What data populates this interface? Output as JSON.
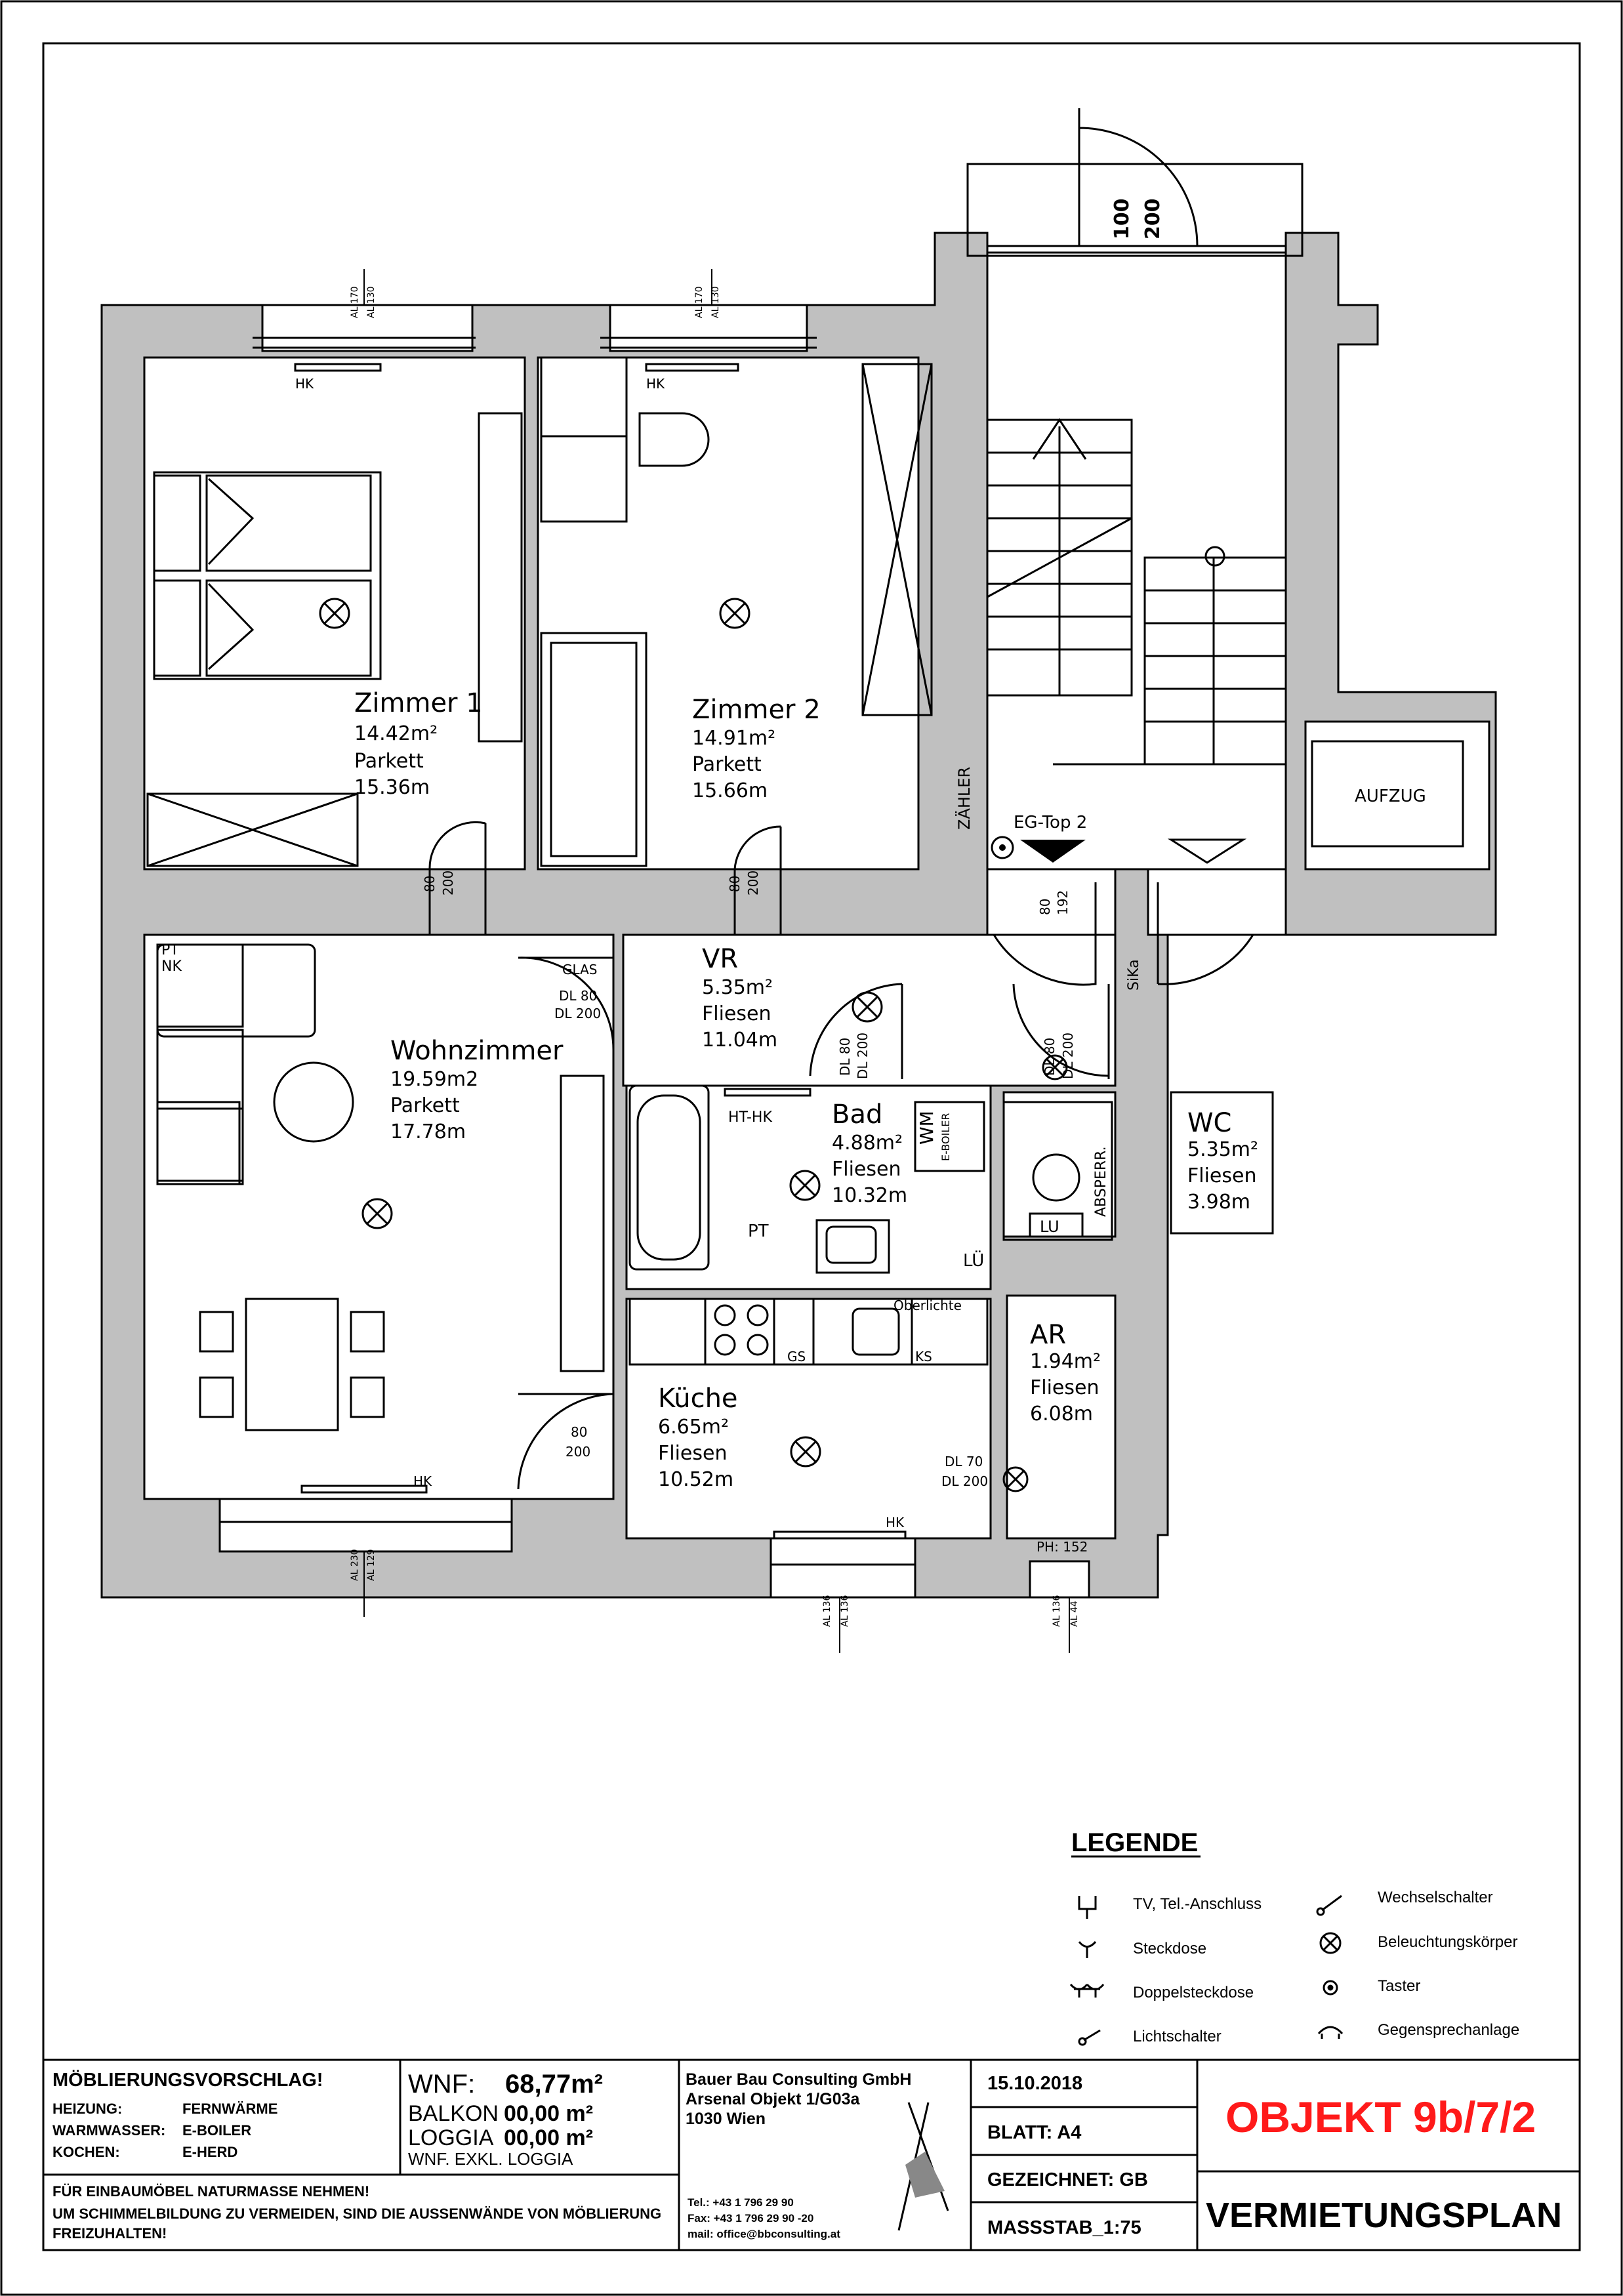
{
  "rooms": [
    {
      "id": "zimmer1",
      "name": "Zimmer 1",
      "area": "14.42m²",
      "floor": "Parkett",
      "perimeter": "15.36m"
    },
    {
      "id": "zimmer2",
      "name": "Zimmer 2",
      "area": "14.91m²",
      "floor": "Parkett",
      "perimeter": "15.66m"
    },
    {
      "id": "wohnzimmer",
      "name": "Wohnzimmer",
      "area": "19.59m2",
      "floor": "Parkett",
      "perimeter": "17.78m"
    },
    {
      "id": "vr",
      "name": "VR",
      "area": "5.35m²",
      "floor": "Fliesen",
      "perimeter": "11.04m"
    },
    {
      "id": "bad",
      "name": "Bad",
      "area": "4.88m²",
      "floor": "Fliesen",
      "perimeter": "10.32m"
    },
    {
      "id": "wc",
      "name": "WC",
      "area": "5.35m²",
      "floor": "Fliesen",
      "perimeter": "3.98m"
    },
    {
      "id": "kueche",
      "name": "Küche",
      "area": "6.65m²",
      "floor": "Fliesen",
      "perimeter": "10.52m"
    },
    {
      "id": "ar",
      "name": "AR",
      "area": "1.94m²",
      "floor": "Fliesen",
      "perimeter": "6.08m"
    }
  ],
  "labels": {
    "hk": "HK",
    "ht_hk": "HT-HK",
    "glas": "GLAS",
    "dl80": "DL 80",
    "dl200": "DL 200",
    "dl70": "DL 70",
    "d80": "80",
    "d200": "200",
    "d192": "192",
    "d100": "100",
    "aufzug": "AUFZUG",
    "zaehler": "ZÄHLER",
    "eg_top": "EG-Top 2",
    "sika": "SiKa",
    "pt": "PT",
    "nk": "NK",
    "lu": "LÜ",
    "wm": "WM",
    "eboiler": "E-BOILER",
    "absperr": "ABSPERR.",
    "lu2": "LU",
    "gs": "GS",
    "ks": "KS",
    "oberlichte": "Oberlichte",
    "ph": "PH: 152",
    "al170": "AL 170",
    "al130": "AL 130",
    "al230": "AL 230",
    "al129": "AL 129",
    "al136": "AL 136",
    "al44": "AL 44"
  },
  "legend": {
    "title": "LEGENDE",
    "items": [
      {
        "icon": "tv-socket-icon",
        "label": "TV, Tel.-Anschluss"
      },
      {
        "icon": "socket-icon",
        "label": "Steckdose"
      },
      {
        "icon": "double-socket-icon",
        "label": "Doppelsteckdose"
      },
      {
        "icon": "light-switch-icon",
        "label": "Lichtschalter"
      },
      {
        "icon": "toggle-switch-icon",
        "label": "Wechselschalter"
      },
      {
        "icon": "light-fixture-icon",
        "label": "Beleuchtungskörper"
      },
      {
        "icon": "push-button-icon",
        "label": "Taster"
      },
      {
        "icon": "intercom-icon",
        "label": "Gegensprechanlage"
      }
    ]
  },
  "titleblock": {
    "moeblierung": "MÖBLIERUNGSVORSCHLAG!",
    "heizung_label": "HEIZUNG:",
    "heizung_value": "FERNWÄRME",
    "warmwasser_label": "WARMWASSER:",
    "warmwasser_value": "E-BOILER",
    "kochen_label": "KOCHEN:",
    "kochen_value": "E-HERD",
    "wnf_label": "WNF:",
    "wnf_value": "68,77m²",
    "balkon_label": "BALKON",
    "balkon_value": "00,00 m²",
    "loggia_label": "LOGGIA",
    "loggia_value": "00,00 m²",
    "wnf_note": "WNF. EXKL. LOGGIA",
    "company": "Bauer Bau Consulting GmbH",
    "address1": "Arsenal Objekt 1/G03a",
    "address2": "1030 Wien",
    "tel": "Tel.: +43 1 796 29 90",
    "fax": "Fax: +43 1 796 29 90 -20",
    "mail": "mail: office@bbconsulting.at",
    "date": "15.10.2018",
    "blatt": "BLATT:  A4",
    "gezeichnet": "GEZEICHNET:  GB",
    "massstab": "MASSSTAB_1:75",
    "objekt": "OBJEKT 9b/7/2",
    "plan_type": "VERMIETUNGSPLAN",
    "note1": "FÜR EINBAUMÖBEL NATURMASSE NEHMEN!",
    "note2": "UM SCHIMMELBILDUNG ZU VERMEIDEN, SIND DIE AUSSENWÄNDE VON MÖBLIERUNG",
    "note3": "FREIZUHALTEN!"
  }
}
